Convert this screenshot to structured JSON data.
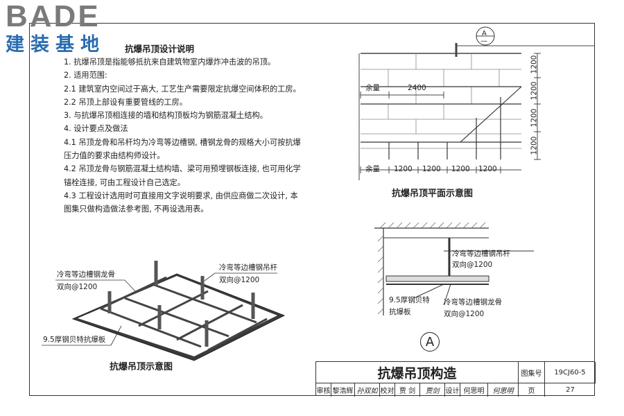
{
  "logo": {
    "word": "BADE",
    "sub": "建装基地"
  },
  "notes": {
    "title": "抗爆吊顶设计说明",
    "items": [
      "1. 抗爆吊顶是指能够抵抗来自建筑物室内爆炸冲击波的吊顶。",
      "2. 适用范围:",
      "2.1 建筑室内空间过于高大, 工艺生产需要限定抗爆空间体积的工房。",
      "2.2 吊顶上部设有重要管线的工房。",
      "3. 与抗爆吊顶相连接的墙和结构顶板均为钢筋混凝土结构。",
      "4. 设计要点及做法",
      "4.1 吊顶龙骨和吊杆均为冷弯等边槽钢, 槽钢龙骨的规格大小可按抗爆压力值的要求由结构师设计。",
      "4.2 吊顶龙骨与钢筋混凝土结构墙、梁可用预埋钢板连接, 也可用化学锚栓连接, 可由工程设计自己选定。",
      "4.3 工程设计选用时可直接用文字说明要求, 由供应商做二次设计, 本图集只做构造做法参考图, 不再设选用表。"
    ]
  },
  "plan": {
    "caption": "抗爆吊顶平面示意图",
    "callout_top": "A",
    "callout_bottom": "—",
    "remainder_top": "余量",
    "dim_top": "2400",
    "remainder_bottom": "余量",
    "dims_bottom": [
      "1200",
      "1200",
      "1200",
      "1200"
    ],
    "dims_right": [
      "1200",
      "1200",
      "1200",
      "1200"
    ]
  },
  "iso": {
    "caption": "抗爆吊顶示意图",
    "label_keel": "冷弯等边槽钢龙骨",
    "label_keel_spacing": "双向@1200",
    "label_rod": "冷弯等边槽钢吊杆",
    "label_rod_spacing": "双向@1200",
    "label_board": "9.5厚钢贝特抗爆板"
  },
  "detail": {
    "marker": "A",
    "label_rod": "冷弯等边槽钢吊杆",
    "label_rod_spacing": "双向@1200",
    "label_board_1": "9.5厚钢贝特",
    "label_board_2": "抗爆板",
    "label_keel": "冷弯等边槽钢龙骨",
    "label_keel_spacing": "双向@1200"
  },
  "titleblock": {
    "title": "抗爆吊顶构造",
    "atlas_label": "图集号",
    "atlas_no": "19CJ60-5",
    "review_label": "审核",
    "reviewer": "黎浩辉",
    "review_sign": "孙双如",
    "check_label": "校对",
    "checker": "贾 剑",
    "check_sign": "贾剑",
    "design_label": "设计",
    "designer": "何思明",
    "design_sign": "何思明",
    "page_label": "页",
    "page_no": "27"
  }
}
